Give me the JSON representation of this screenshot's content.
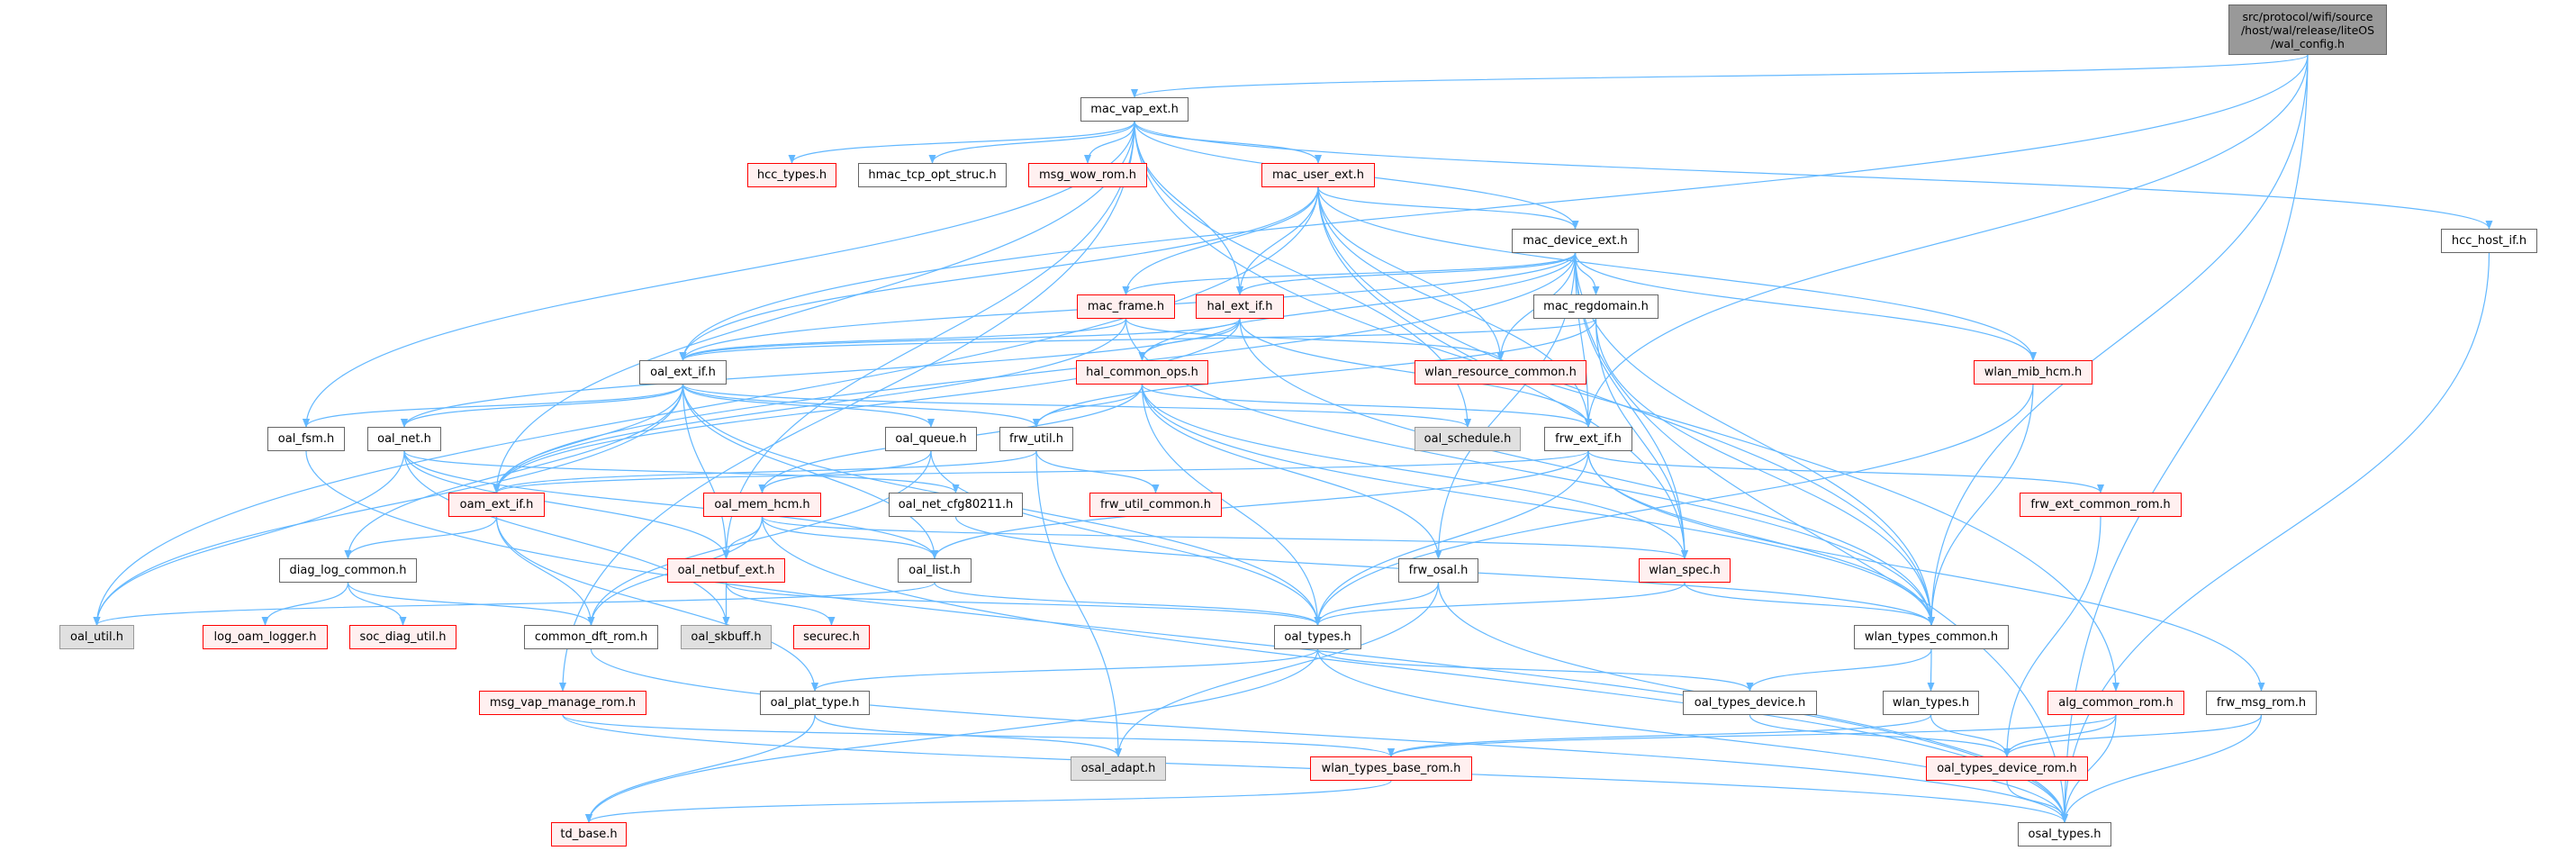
{
  "colors": {
    "edge": "#63B8FF",
    "root_fill": "#999999",
    "red_border": "#FF0000",
    "red_fill": "#FFF0F0",
    "gray_fill": "#E0E0E0"
  },
  "nodes": [
    {
      "id": "wal_config",
      "label": "src/protocol/wifi/source\n/host/wal/release/liteOS\n/wal_config.h",
      "style": "root"
    },
    {
      "id": "mac_vap_ext",
      "label": "mac_vap_ext.h",
      "style": "normal"
    },
    {
      "id": "hcc_types",
      "label": "hcc_types.h",
      "style": "red"
    },
    {
      "id": "hmac_tcp_opt_struc",
      "label": "hmac_tcp_opt_struc.h",
      "style": "normal"
    },
    {
      "id": "msg_wow_rom",
      "label": "msg_wow_rom.h",
      "style": "red"
    },
    {
      "id": "mac_user_ext",
      "label": "mac_user_ext.h",
      "style": "red"
    },
    {
      "id": "hcc_host_if",
      "label": "hcc_host_if.h",
      "style": "normal"
    },
    {
      "id": "mac_device_ext",
      "label": "mac_device_ext.h",
      "style": "normal"
    },
    {
      "id": "mac_frame",
      "label": "mac_frame.h",
      "style": "red"
    },
    {
      "id": "hal_ext_if",
      "label": "hal_ext_if.h",
      "style": "red"
    },
    {
      "id": "mac_regdomain",
      "label": "mac_regdomain.h",
      "style": "normal"
    },
    {
      "id": "oal_ext_if",
      "label": "oal_ext_if.h",
      "style": "normal"
    },
    {
      "id": "hal_common_ops",
      "label": "hal_common_ops.h",
      "style": "red"
    },
    {
      "id": "wlan_resource_common",
      "label": "wlan_resource_common.h",
      "style": "red"
    },
    {
      "id": "wlan_mib_hcm",
      "label": "wlan_mib_hcm.h",
      "style": "red"
    },
    {
      "id": "oal_fsm",
      "label": "oal_fsm.h",
      "style": "normal"
    },
    {
      "id": "oal_net",
      "label": "oal_net.h",
      "style": "normal"
    },
    {
      "id": "oal_queue",
      "label": "oal_queue.h",
      "style": "normal"
    },
    {
      "id": "frw_util",
      "label": "frw_util.h",
      "style": "normal"
    },
    {
      "id": "oal_schedule",
      "label": "oal_schedule.h",
      "style": "gray"
    },
    {
      "id": "frw_ext_if",
      "label": "frw_ext_if.h",
      "style": "normal"
    },
    {
      "id": "oam_ext_if",
      "label": "oam_ext_if.h",
      "style": "red"
    },
    {
      "id": "oal_mem_hcm",
      "label": "oal_mem_hcm.h",
      "style": "red"
    },
    {
      "id": "oal_net_cfg80211",
      "label": "oal_net_cfg80211.h",
      "style": "normal"
    },
    {
      "id": "frw_util_common",
      "label": "frw_util_common.h",
      "style": "red"
    },
    {
      "id": "frw_ext_common_rom",
      "label": "frw_ext_common_rom.h",
      "style": "red"
    },
    {
      "id": "diag_log_common",
      "label": "diag_log_common.h",
      "style": "normal"
    },
    {
      "id": "oal_netbuf_ext",
      "label": "oal_netbuf_ext.h",
      "style": "red"
    },
    {
      "id": "oal_list",
      "label": "oal_list.h",
      "style": "normal"
    },
    {
      "id": "frw_osal",
      "label": "frw_osal.h",
      "style": "normal"
    },
    {
      "id": "wlan_spec",
      "label": "wlan_spec.h",
      "style": "red"
    },
    {
      "id": "oal_util",
      "label": "oal_util.h",
      "style": "gray"
    },
    {
      "id": "log_oam_logger",
      "label": "log_oam_logger.h",
      "style": "red"
    },
    {
      "id": "soc_diag_util",
      "label": "soc_diag_util.h",
      "style": "red"
    },
    {
      "id": "common_dft_rom",
      "label": "common_dft_rom.h",
      "style": "normal"
    },
    {
      "id": "oal_skbuff",
      "label": "oal_skbuff.h",
      "style": "gray"
    },
    {
      "id": "securec",
      "label": "securec.h",
      "style": "red"
    },
    {
      "id": "oal_types",
      "label": "oal_types.h",
      "style": "normal"
    },
    {
      "id": "wlan_types_common",
      "label": "wlan_types_common.h",
      "style": "normal"
    },
    {
      "id": "msg_vap_manage_rom",
      "label": "msg_vap_manage_rom.h",
      "style": "red"
    },
    {
      "id": "oal_plat_type",
      "label": "oal_plat_type.h",
      "style": "normal"
    },
    {
      "id": "oal_types_device",
      "label": "oal_types_device.h",
      "style": "normal"
    },
    {
      "id": "wlan_types",
      "label": "wlan_types.h",
      "style": "normal"
    },
    {
      "id": "alg_common_rom",
      "label": "alg_common_rom.h",
      "style": "red"
    },
    {
      "id": "frw_msg_rom",
      "label": "frw_msg_rom.h",
      "style": "normal"
    },
    {
      "id": "osal_adapt",
      "label": "osal_adapt.h",
      "style": "gray"
    },
    {
      "id": "wlan_types_base_rom",
      "label": "wlan_types_base_rom.h",
      "style": "red"
    },
    {
      "id": "oal_types_device_rom",
      "label": "oal_types_device_rom.h",
      "style": "red"
    },
    {
      "id": "td_base",
      "label": "td_base.h",
      "style": "red"
    },
    {
      "id": "osal_types",
      "label": "osal_types.h",
      "style": "normal"
    }
  ],
  "edges": [
    [
      "wal_config",
      "mac_vap_ext"
    ],
    [
      "wal_config",
      "oal_ext_if"
    ],
    [
      "wal_config",
      "frw_ext_if"
    ],
    [
      "wal_config",
      "wlan_types_common"
    ],
    [
      "wal_config",
      "osal_types"
    ],
    [
      "mac_vap_ext",
      "hcc_types"
    ],
    [
      "mac_vap_ext",
      "hmac_tcp_opt_struc"
    ],
    [
      "mac_vap_ext",
      "msg_wow_rom"
    ],
    [
      "mac_vap_ext",
      "mac_user_ext"
    ],
    [
      "mac_vap_ext",
      "mac_device_ext"
    ],
    [
      "mac_vap_ext",
      "hal_ext_if"
    ],
    [
      "mac_vap_ext",
      "hcc_host_if"
    ],
    [
      "mac_vap_ext",
      "oal_fsm"
    ],
    [
      "mac_vap_ext",
      "oam_ext_if"
    ],
    [
      "mac_vap_ext",
      "oal_netbuf_ext"
    ],
    [
      "mac_vap_ext",
      "msg_vap_manage_rom"
    ],
    [
      "mac_vap_ext",
      "alg_common_rom"
    ],
    [
      "mac_vap_ext",
      "oal_schedule"
    ],
    [
      "mac_user_ext",
      "mac_device_ext"
    ],
    [
      "mac_user_ext",
      "mac_frame"
    ],
    [
      "mac_user_ext",
      "hal_ext_if"
    ],
    [
      "mac_user_ext",
      "oal_ext_if"
    ],
    [
      "mac_user_ext",
      "oal_util"
    ],
    [
      "mac_user_ext",
      "wlan_resource_common"
    ],
    [
      "mac_user_ext",
      "frw_ext_if"
    ],
    [
      "mac_user_ext",
      "wlan_mib_hcm"
    ],
    [
      "mac_user_ext",
      "wlan_spec"
    ],
    [
      "mac_user_ext",
      "wlan_types_common"
    ],
    [
      "mac_device_ext",
      "mac_frame"
    ],
    [
      "mac_device_ext",
      "hal_ext_if"
    ],
    [
      "mac_device_ext",
      "mac_regdomain"
    ],
    [
      "mac_device_ext",
      "wlan_resource_common"
    ],
    [
      "mac_device_ext",
      "oal_ext_if"
    ],
    [
      "mac_device_ext",
      "hal_common_ops"
    ],
    [
      "mac_device_ext",
      "frw_ext_if"
    ],
    [
      "mac_device_ext",
      "frw_osal"
    ],
    [
      "mac_device_ext",
      "wlan_spec"
    ],
    [
      "mac_device_ext",
      "wlan_mib_hcm"
    ],
    [
      "mac_device_ext",
      "wlan_types_common"
    ],
    [
      "mac_device_ext",
      "osal_types"
    ],
    [
      "mac_device_ext",
      "oam_ext_if"
    ],
    [
      "mac_frame",
      "oal_ext_if"
    ],
    [
      "mac_frame",
      "oam_ext_if"
    ],
    [
      "mac_frame",
      "wlan_resource_common"
    ],
    [
      "mac_frame",
      "wlan_types_common"
    ],
    [
      "hal_ext_if",
      "hal_common_ops"
    ],
    [
      "hal_ext_if",
      "oal_ext_if"
    ],
    [
      "hal_ext_if",
      "frw_ext_if"
    ],
    [
      "hal_ext_if",
      "oam_ext_if"
    ],
    [
      "hal_ext_if",
      "wlan_types_common"
    ],
    [
      "hal_ext_if",
      "oal_net"
    ],
    [
      "mac_regdomain",
      "oal_ext_if"
    ],
    [
      "mac_regdomain",
      "wlan_spec"
    ],
    [
      "mac_regdomain",
      "wlan_types_common"
    ],
    [
      "mac_regdomain",
      "frw_util"
    ],
    [
      "hal_common_ops",
      "frw_util"
    ],
    [
      "hal_common_ops",
      "oal_types"
    ],
    [
      "hal_common_ops",
      "frw_osal"
    ],
    [
      "hal_common_ops",
      "wlan_spec"
    ],
    [
      "hal_common_ops",
      "wlan_types_common"
    ],
    [
      "hal_common_ops",
      "frw_ext_if"
    ],
    [
      "hal_common_ops",
      "oal_mem_hcm"
    ],
    [
      "oal_ext_if",
      "oal_fsm"
    ],
    [
      "oal_ext_if",
      "oal_net"
    ],
    [
      "oal_ext_if",
      "oal_queue"
    ],
    [
      "oal_ext_if",
      "frw_util"
    ],
    [
      "oal_ext_if",
      "oal_schedule"
    ],
    [
      "oal_ext_if",
      "oal_util"
    ],
    [
      "oal_ext_if",
      "diag_log_common"
    ],
    [
      "oal_ext_if",
      "oal_list"
    ],
    [
      "oal_ext_if",
      "oal_types"
    ],
    [
      "oal_ext_if",
      "oam_ext_if"
    ],
    [
      "oal_ext_if",
      "oal_netbuf_ext"
    ],
    [
      "oal_net",
      "oal_util"
    ],
    [
      "oal_net",
      "oal_net_cfg80211"
    ],
    [
      "oal_net",
      "oal_netbuf_ext"
    ],
    [
      "oal_net",
      "oal_skbuff"
    ],
    [
      "oal_net",
      "oal_list"
    ],
    [
      "oal_fsm",
      "osal_types"
    ],
    [
      "oal_queue",
      "oal_mem_hcm"
    ],
    [
      "oal_queue",
      "oal_types"
    ],
    [
      "oal_queue",
      "common_dft_rom"
    ],
    [
      "frw_util",
      "frw_util_common"
    ],
    [
      "frw_util",
      "osal_adapt"
    ],
    [
      "frw_util",
      "oam_ext_if"
    ],
    [
      "frw_ext_if",
      "oam_ext_if"
    ],
    [
      "frw_ext_if",
      "oal_list"
    ],
    [
      "frw_ext_if",
      "oal_types"
    ],
    [
      "frw_ext_if",
      "frw_ext_common_rom"
    ],
    [
      "frw_ext_if",
      "frw_msg_rom"
    ],
    [
      "frw_ext_if",
      "wlan_types_common"
    ],
    [
      "oam_ext_if",
      "diag_log_common"
    ],
    [
      "oam_ext_if",
      "common_dft_rom"
    ],
    [
      "oam_ext_if",
      "oal_plat_type"
    ],
    [
      "oal_mem_hcm",
      "oal_netbuf_ext"
    ],
    [
      "oal_mem_hcm",
      "oal_list"
    ],
    [
      "oal_mem_hcm",
      "common_dft_rom"
    ],
    [
      "oal_mem_hcm",
      "osal_types"
    ],
    [
      "oal_mem_hcm",
      "wlan_spec"
    ],
    [
      "diag_log_common",
      "log_oam_logger"
    ],
    [
      "diag_log_common",
      "soc_diag_util"
    ],
    [
      "diag_log_common",
      "common_dft_rom"
    ],
    [
      "oal_netbuf_ext",
      "oal_skbuff"
    ],
    [
      "oal_netbuf_ext",
      "securec"
    ],
    [
      "oal_netbuf_ext",
      "oal_types"
    ],
    [
      "oal_net_cfg80211",
      "wlan_types_common"
    ],
    [
      "oal_list",
      "oal_util"
    ],
    [
      "oal_list",
      "oal_types"
    ],
    [
      "frw_osal",
      "oal_types"
    ],
    [
      "frw_osal",
      "osal_adapt"
    ],
    [
      "frw_osal",
      "osal_types"
    ],
    [
      "wlan_spec",
      "oal_types"
    ],
    [
      "wlan_spec",
      "wlan_types_common"
    ],
    [
      "oal_types",
      "oal_plat_type"
    ],
    [
      "oal_types",
      "oal_types_device"
    ],
    [
      "oal_types",
      "osal_types"
    ],
    [
      "oal_types",
      "td_base"
    ],
    [
      "wlan_types_common",
      "oal_types_device"
    ],
    [
      "wlan_types_common",
      "wlan_types"
    ],
    [
      "oal_types_device",
      "oal_types_device_rom"
    ],
    [
      "wlan_types",
      "oal_types_device_rom"
    ],
    [
      "wlan_types",
      "wlan_types_base_rom"
    ],
    [
      "alg_common_rom",
      "oal_types_device_rom"
    ],
    [
      "alg_common_rom",
      "osal_types"
    ],
    [
      "alg_common_rom",
      "wlan_types_base_rom"
    ],
    [
      "frw_msg_rom",
      "oal_types_device_rom"
    ],
    [
      "frw_msg_rom",
      "osal_types"
    ],
    [
      "oal_types_device_rom",
      "osal_types"
    ],
    [
      "frw_ext_common_rom",
      "oal_types_device_rom"
    ],
    [
      "msg_vap_manage_rom",
      "wlan_types_base_rom"
    ],
    [
      "msg_vap_manage_rom",
      "osal_types"
    ],
    [
      "oal_plat_type",
      "osal_adapt"
    ],
    [
      "oal_plat_type",
      "td_base"
    ],
    [
      "wlan_types_base_rom",
      "td_base"
    ],
    [
      "common_dft_rom",
      "osal_types"
    ],
    [
      "hcc_host_if",
      "osal_types"
    ],
    [
      "wlan_mib_hcm",
      "oal_types"
    ],
    [
      "wlan_mib_hcm",
      "wlan_types_common"
    ]
  ]
}
